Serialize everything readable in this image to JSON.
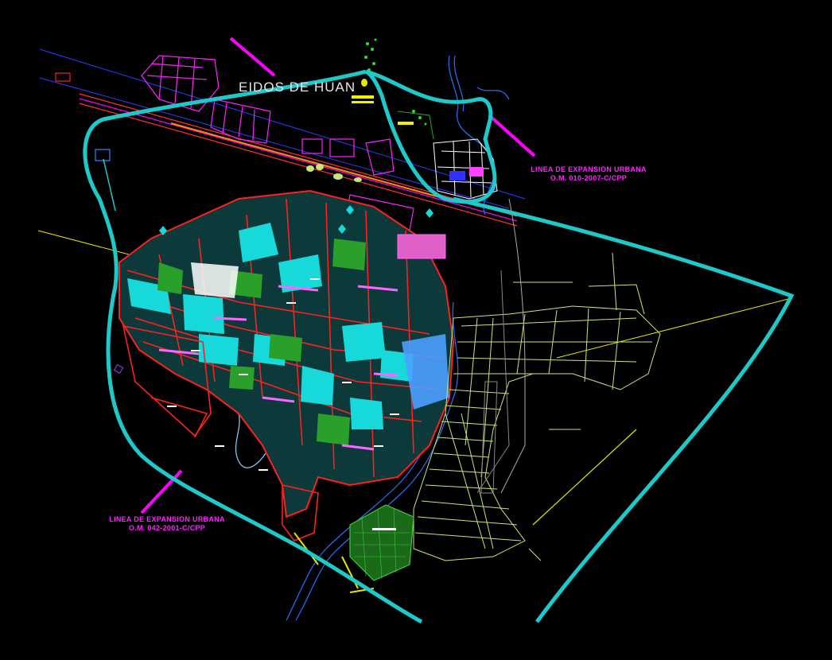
{
  "place_label": "EIDOS DE HUAN",
  "expansion_labels": [
    {
      "line1": "LINEA DE EXPANSION URBANA",
      "line2": "O.M. 010-2007-C/CPP"
    },
    {
      "line1": "LINEA DE EXPANSION URBANA",
      "line2": "O.M. 042-2001-C/CPP"
    }
  ],
  "colors": {
    "background": "#000000",
    "expansion_boundary": "#1ec9c9",
    "label_magenta": "#ff22ff",
    "urban_red": "#ff2020",
    "urban_cyan": "#17d9d9",
    "urban_green": "#2aa02a",
    "expansion_area_yellowgreen": "#c8e67a",
    "road_magenta": "#ff00ff",
    "rail_red": "#ff3030",
    "river_blue": "#2a6fff",
    "road_yellow": "#e6e600",
    "grid_white": "#ffffff"
  }
}
